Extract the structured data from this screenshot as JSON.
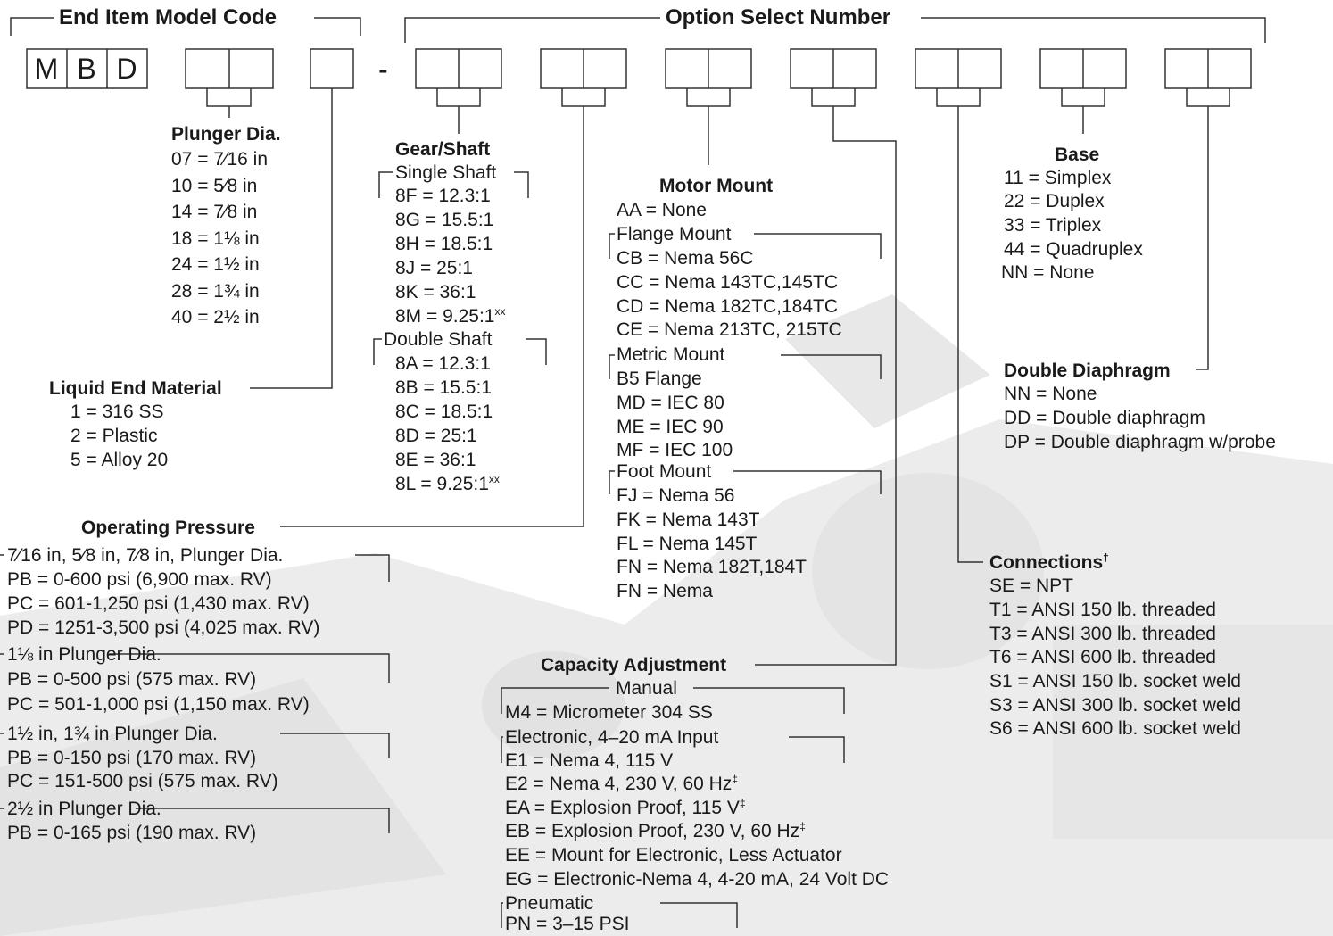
{
  "headers": {
    "model": "End Item Model Code",
    "option": "Option Select Number"
  },
  "model_code": [
    "M",
    "B",
    "D"
  ],
  "separator": "-",
  "plunger": {
    "title": "Plunger Dia.",
    "items": [
      "07 = 7⁄16 in",
      "10 = 5⁄8 in",
      "14 = 7⁄8 in",
      "18 = 1⅛ in",
      "24 = 1½ in",
      "28 = 1¾ in",
      "40 = 2½ in"
    ]
  },
  "liquid_end": {
    "title": "Liquid End Material",
    "items": [
      "1 = 316 SS",
      "2 = Plastic",
      "5 = Alloy 20"
    ]
  },
  "gear_shaft": {
    "title": "Gear/Shaft",
    "single_label": "Single Shaft",
    "single": [
      "8F  =  12.3:1",
      "8G  =  15.5:1",
      "8H  =  18.5:1",
      "8J   =  25:1",
      "8K  =  36:1",
      "8M  =  9.25:1"
    ],
    "double_label": "Double Shaft",
    "double": [
      "8A  =  12.3:1",
      "8B  =  15.5:1",
      "8C  =  18.5:1",
      "8D  =  25:1",
      "8E  =  36:1",
      "8L   =  9.25:1"
    ],
    "footnote_mark": "xx"
  },
  "motor_mount": {
    "title": "Motor Mount",
    "none": "AA = None",
    "flange_label": "Flange Mount",
    "flange": [
      "CB = Nema 56C",
      "CC = Nema 143TC,145TC",
      "CD = Nema 182TC,184TC",
      "CE = Nema 213TC, 215TC"
    ],
    "metric_label": "Metric Mount",
    "metric": [
      "B5 Flange",
      "MD = IEC 80",
      "ME = IEC 90",
      "MF = IEC 100"
    ],
    "foot_label": "Foot Mount",
    "foot": [
      "FJ = Nema 56",
      "FK = Nema 143T",
      "FL = Nema 145T",
      "FN = Nema 182T,184T",
      "FN = Nema"
    ]
  },
  "base": {
    "title": "Base",
    "items": [
      "11  =  Simplex",
      "22  =  Duplex",
      "33  =  Triplex",
      "44  =  Quadruplex",
      "NN  =  None"
    ]
  },
  "double_diaphragm": {
    "title": "Double Diaphragm",
    "items": [
      "NN = None",
      "DD = Double diaphragm",
      "DP = Double diaphragm w/probe"
    ]
  },
  "operating_pressure": {
    "title": "Operating Pressure",
    "groups": [
      {
        "label": "7⁄16 in, 5⁄8 in, 7⁄8 in, Plunger Dia.",
        "items": [
          "PB = 0-600 psi (6,900 max. RV)",
          "PC = 601-1,250 psi (1,430 max. RV)",
          "PD = 1251-3,500 psi (4,025 max. RV)"
        ]
      },
      {
        "label": "1⅛ in Plunger Dia.",
        "items": [
          "PB = 0-500 psi (575 max. RV)",
          "PC = 501-1,000 psi (1,150 max. RV)"
        ]
      },
      {
        "label": "1½ in, 1¾ in Plunger Dia.",
        "items": [
          "PB = 0-150 psi (170 max. RV)",
          "PC = 151-500 psi (575 max. RV)"
        ]
      },
      {
        "label": "2½ in Plunger Dia.",
        "items": [
          "PB = 0-165 psi (190 max. RV)"
        ]
      }
    ]
  },
  "capacity": {
    "title": "Capacity Adjustment",
    "manual_label": "Manual",
    "manual": [
      "M4 = Micrometer 304 SS"
    ],
    "electronic_label": "Electronic, 4–20 mA Input",
    "electronic": [
      "E1 = Nema 4, 115 V",
      "E2 = Nema 4, 230 V, 60 Hz",
      "EA = Explosion Proof, 115 V",
      "EB = Explosion Proof, 230 V, 60 Hz",
      "EE = Mount for Electronic, Less Actuator",
      "EG = Electronic-Nema 4, 4-20 mA, 24 Volt DC"
    ],
    "footnote_mark": "‡",
    "pneumatic_label": "Pneumatic",
    "pneumatic": [
      "PN = 3–15 PSI"
    ]
  },
  "connections": {
    "title": "Connections",
    "footnote_mark": "†",
    "items": [
      "SE = NPT",
      "T1 = ANSI 150 lb. threaded",
      "T3 = ANSI 300 lb. threaded",
      "T6 = ANSI 600 lb. threaded",
      "S1 = ANSI 150 lb. socket weld",
      "S3 = ANSI 300 lb. socket weld",
      "S6 = ANSI 600 lb. socket weld"
    ]
  },
  "colors": {
    "line": "#333333",
    "text": "#1a1a1a",
    "watermark": "#d8d8d8"
  }
}
